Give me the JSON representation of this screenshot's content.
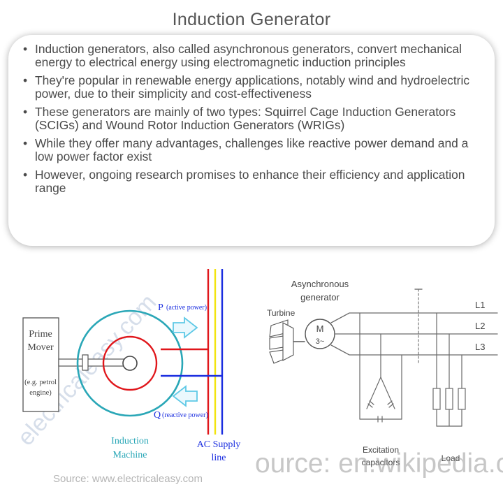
{
  "title": "Induction Generator",
  "bullets": [
    "Induction generators, also called asynchronous generators, convert mechanical energy to electrical energy using electromagnetic induction principles",
    "They're popular in renewable energy applications, notably wind and hydroelectric power, due to their simplicity and cost-effectiveness",
    "These generators are mainly of two types: Squirrel Cage Induction Generators (SCIGs) and Wound Rotor Induction Generators (WRIGs)",
    "While they offer many advantages, challenges like reactive power demand and a low power factor exist",
    "However, ongoing research promises to enhance their efficiency and application range"
  ],
  "left_diagram": {
    "prime_mover_line1": "Prime",
    "prime_mover_line2": "Mover",
    "prime_mover_note_line1": "(e.g. petrol",
    "prime_mover_note_line2": "engine)",
    "p_label": "P",
    "p_note": "(active power)",
    "q_label": "Q",
    "q_note": "(reactive power)",
    "machine_line1": "Induction",
    "machine_line2": "Machine",
    "supply_line1": "AC Supply",
    "supply_line2": "line",
    "watermark": "electricaleasy.com",
    "source": "Source: www.electricaleasy.com",
    "colors": {
      "red": "#e0161b",
      "yellow": "#f2e40e",
      "blue": "#1b2ee0",
      "teal": "#2aa7b7",
      "cyan": "#5fc9e6"
    }
  },
  "right_diagram": {
    "generator_line1": "Asynchronous",
    "generator_line2": "generator",
    "turbine": "Turbine",
    "motor_symbol": "M",
    "motor_phase": "3~",
    "lines": [
      "L1",
      "L2",
      "L3"
    ],
    "capacitors_line1": "Excitation",
    "capacitors_line2": "capacitors",
    "load": "Load",
    "source": "ource: en.wikipedia.org"
  }
}
